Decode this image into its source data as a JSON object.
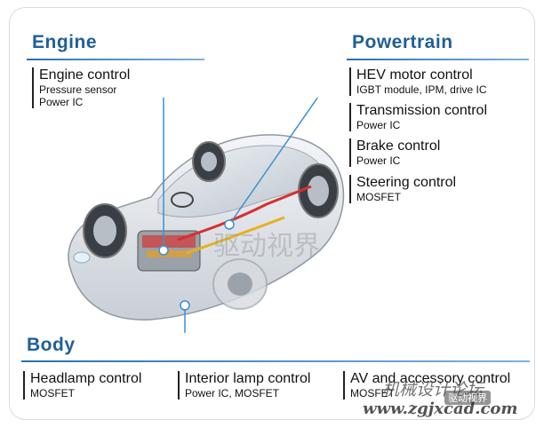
{
  "sections": {
    "engine": {
      "title": "Engine",
      "items": [
        {
          "head": "Engine control",
          "subs": [
            "Pressure sensor",
            "Power IC"
          ]
        }
      ]
    },
    "powertrain": {
      "title": "Powertrain",
      "items": [
        {
          "head": "HEV motor control",
          "subs": [
            "IGBT module, IPM, drive IC"
          ]
        },
        {
          "head": "Transmission control",
          "subs": [
            "Power IC"
          ]
        },
        {
          "head": "Brake control",
          "subs": [
            "Power IC"
          ]
        },
        {
          "head": "Steering control",
          "subs": [
            "MOSFET"
          ]
        }
      ]
    },
    "body": {
      "title": "Body",
      "items": [
        {
          "head": "Headlamp control",
          "subs": [
            "MOSFET"
          ]
        },
        {
          "head": "Interior lamp control",
          "subs": [
            "Power IC, MOSFET"
          ]
        },
        {
          "head": "AV and accessory control",
          "subs": [
            "MOSFET"
          ]
        }
      ]
    }
  },
  "watermarks": {
    "center": "驱动视界",
    "forum": "机械设计论坛",
    "badge": "驱动视界",
    "url": "www.zgjxcad.com"
  },
  "colors": {
    "accent": "#1f5f98",
    "leader": "#3d8fd1"
  }
}
